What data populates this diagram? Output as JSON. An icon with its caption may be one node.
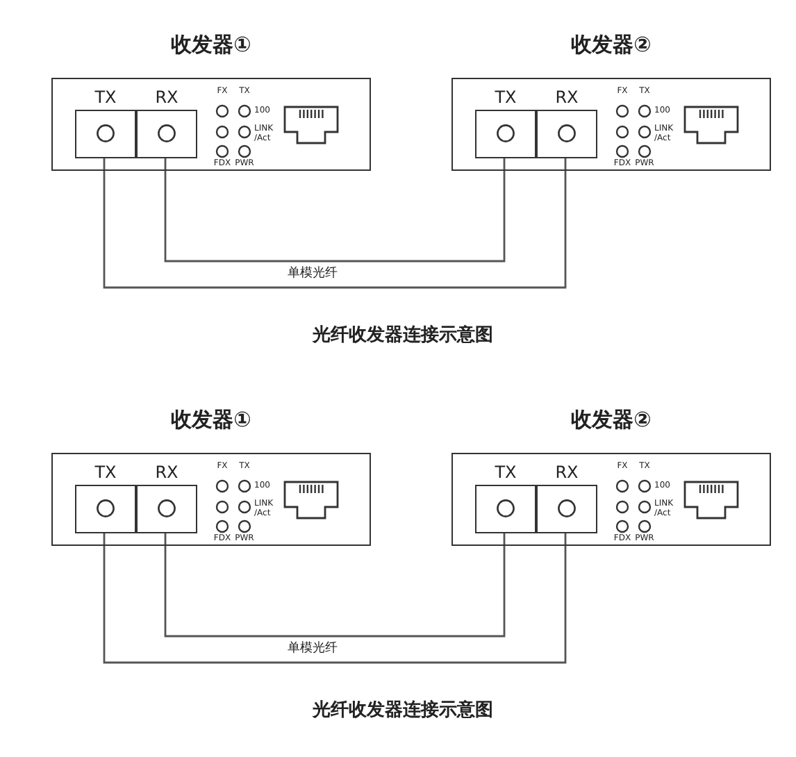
{
  "diagram": {
    "nodes": [
      {
        "text": [
          "收发器①"
        ]
      },
      {
        "text": [
          "TX"
        ],
        "in": 0
      },
      {
        "text": [
          "RX"
        ],
        "in": 0
      },
      {
        "text": [
          "收发器②"
        ]
      },
      {
        "text": [
          "TX"
        ],
        "in": 3
      },
      {
        "text": [
          "RX"
        ],
        "in": 3
      },
      {
        "text": [
          "收发器①"
        ]
      },
      {
        "text": [
          "TX"
        ],
        "in": 6
      },
      {
        "text": [
          "RX"
        ],
        "in": 6
      },
      {
        "text": [
          "收发器②"
        ]
      },
      {
        "text": [
          "TX"
        ],
        "in": 9
      },
      {
        "text": [
          "RX"
        ],
        "in": 9
      }
    ],
    "edges": [
      {
        "from": 1,
        "to": 5,
        "arrow": "none"
      },
      {
        "from": 2,
        "to": 4,
        "arrow": "none",
        "label": "单模光纤"
      },
      {
        "from": 7,
        "to": 11,
        "arrow": "none"
      },
      {
        "from": 8,
        "to": 10,
        "arrow": "none",
        "label": "单模光纤"
      }
    ],
    "labels": [
      "FX",
      "TX",
      "100",
      "LINK /Act",
      "FDX",
      "PWR",
      "FX",
      "TX",
      "100",
      "LINK /Act",
      "FDX",
      "PWR",
      "光纤收发器连接示意图",
      "FX",
      "TX",
      "100",
      "LINK /Act",
      "FDX",
      "PWR",
      "FX",
      "TX",
      "100",
      "LINK /Act",
      "FDX",
      "PWR",
      "光纤收发器连接示意图"
    ]
  }
}
